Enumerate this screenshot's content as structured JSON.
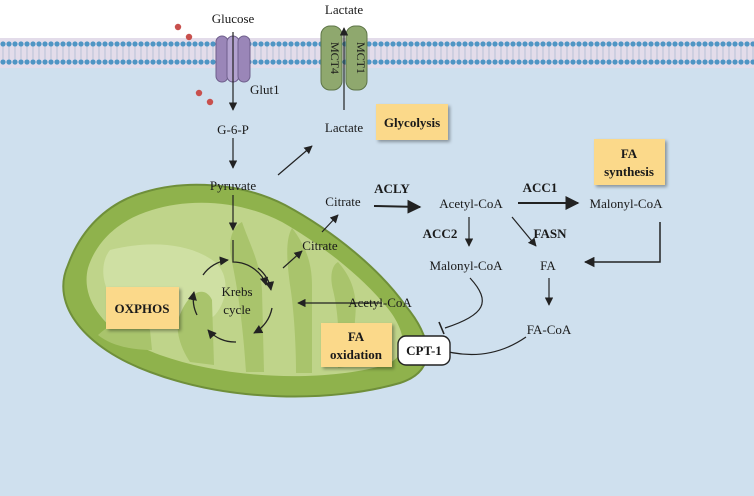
{
  "metabolites": {
    "glucose": "Glucose",
    "lactate_out": "Lactate",
    "g6p": "G-6-P",
    "lactate_in": "Lactate",
    "pyruvate": "Pyruvate",
    "citrate_cyto": "Citrate",
    "citrate_mito": "Citrate",
    "acetyl_coa_cyto": "Acetyl-CoA",
    "acetyl_coa_mito": "Acetyl-CoA",
    "malonyl_coa_1": "Malonyl-CoA",
    "malonyl_coa_2": "Malonyl-CoA",
    "fa": "FA",
    "fa_coa": "FA-CoA",
    "krebs_1": "Krebs",
    "krebs_2": "cycle"
  },
  "transporters": {
    "glut1": "Glut1",
    "mct4": "MCT4",
    "mct1": "MCT1"
  },
  "enzymes": {
    "acly": "ACLY",
    "acc1": "ACC1",
    "acc2": "ACC2",
    "fasn": "FASN",
    "cpt1": "CPT-1"
  },
  "pathways": {
    "glycolysis": "Glycolysis",
    "fa_synthesis_1": "FA",
    "fa_synthesis_2": "synthesis",
    "oxphos": "OXPHOS",
    "fa_oxidation_1": "FA",
    "fa_oxidation_2": "oxidation"
  },
  "colors": {
    "cytoplasm": "#cfe0ee",
    "membrane_band": "#e3dcea",
    "lipid_head": "#4f95c4",
    "mito_outer": "#8fb24c",
    "mito_inner": "#bfd48a",
    "label_box": "#fbd98a",
    "glut1": "#9a86b8",
    "mct": "#8fa86e"
  }
}
